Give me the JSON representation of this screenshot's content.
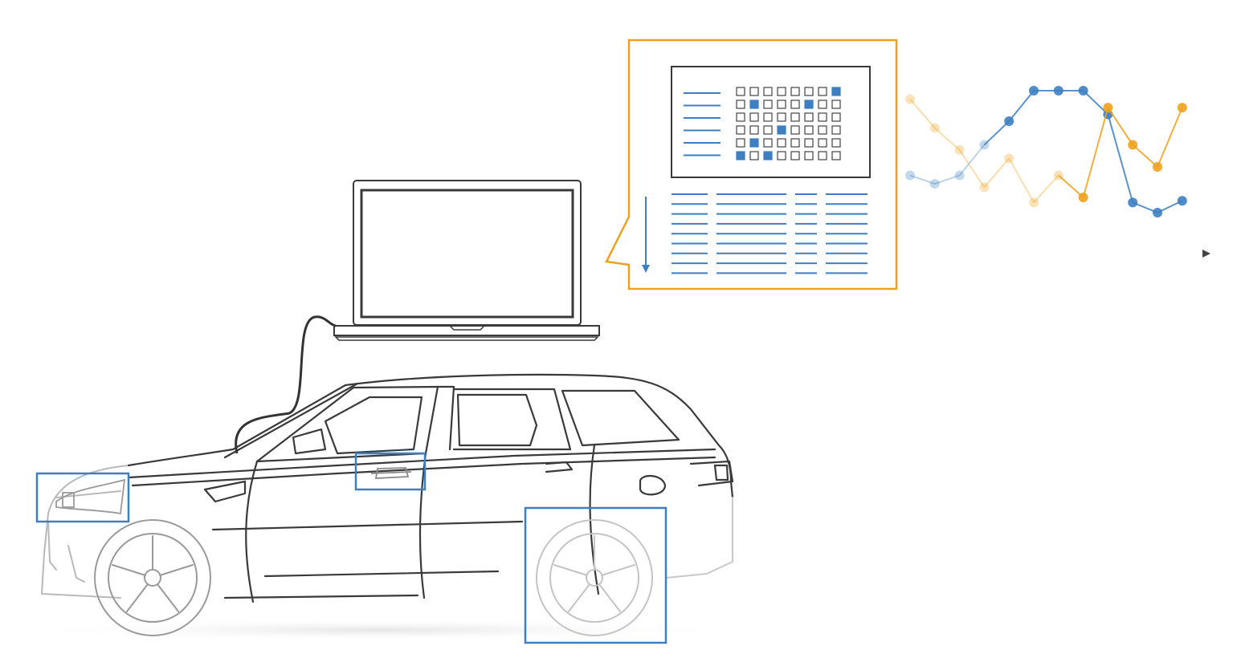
{
  "colors": {
    "blue": "#3d7fc1",
    "orange": "#f0a11c",
    "car_line": "#333333",
    "car_faded": "#b9b9b9",
    "grid_empty": "#444444"
  },
  "icons": {
    "car": "car-outline-icon",
    "laptop": "laptop-icon",
    "cable": "cable-icon",
    "time_arrow": "arrow-right-icon"
  },
  "scanner_panel": {
    "grid_rows": 6,
    "grid_cols": 8,
    "filled_cells": [
      [
        0,
        7
      ],
      [
        1,
        1
      ],
      [
        1,
        5
      ],
      [
        3,
        3
      ],
      [
        4,
        1
      ],
      [
        5,
        0
      ],
      [
        5,
        2
      ]
    ],
    "legend_lines": 6,
    "table_rows": 9,
    "table_cols": 4
  },
  "highlighted_parts": [
    "headlight",
    "door-handle",
    "rear-wheel"
  ],
  "chart_data": {
    "type": "line",
    "x": [
      0,
      1,
      2,
      3,
      4,
      5,
      6,
      7,
      8,
      9,
      10,
      11,
      12
    ],
    "series": [
      {
        "color": "#3d7fc1",
        "values": [
          30,
          25,
          30,
          48,
          62,
          80,
          80,
          80,
          66,
          14,
          8,
          15,
          null
        ],
        "faded_until": 3
      },
      {
        "color": "#f0a11c",
        "values": [
          75,
          58,
          45,
          23,
          40,
          14,
          30,
          17,
          70,
          48,
          35,
          70,
          null
        ],
        "faded_until": 6
      }
    ]
  }
}
